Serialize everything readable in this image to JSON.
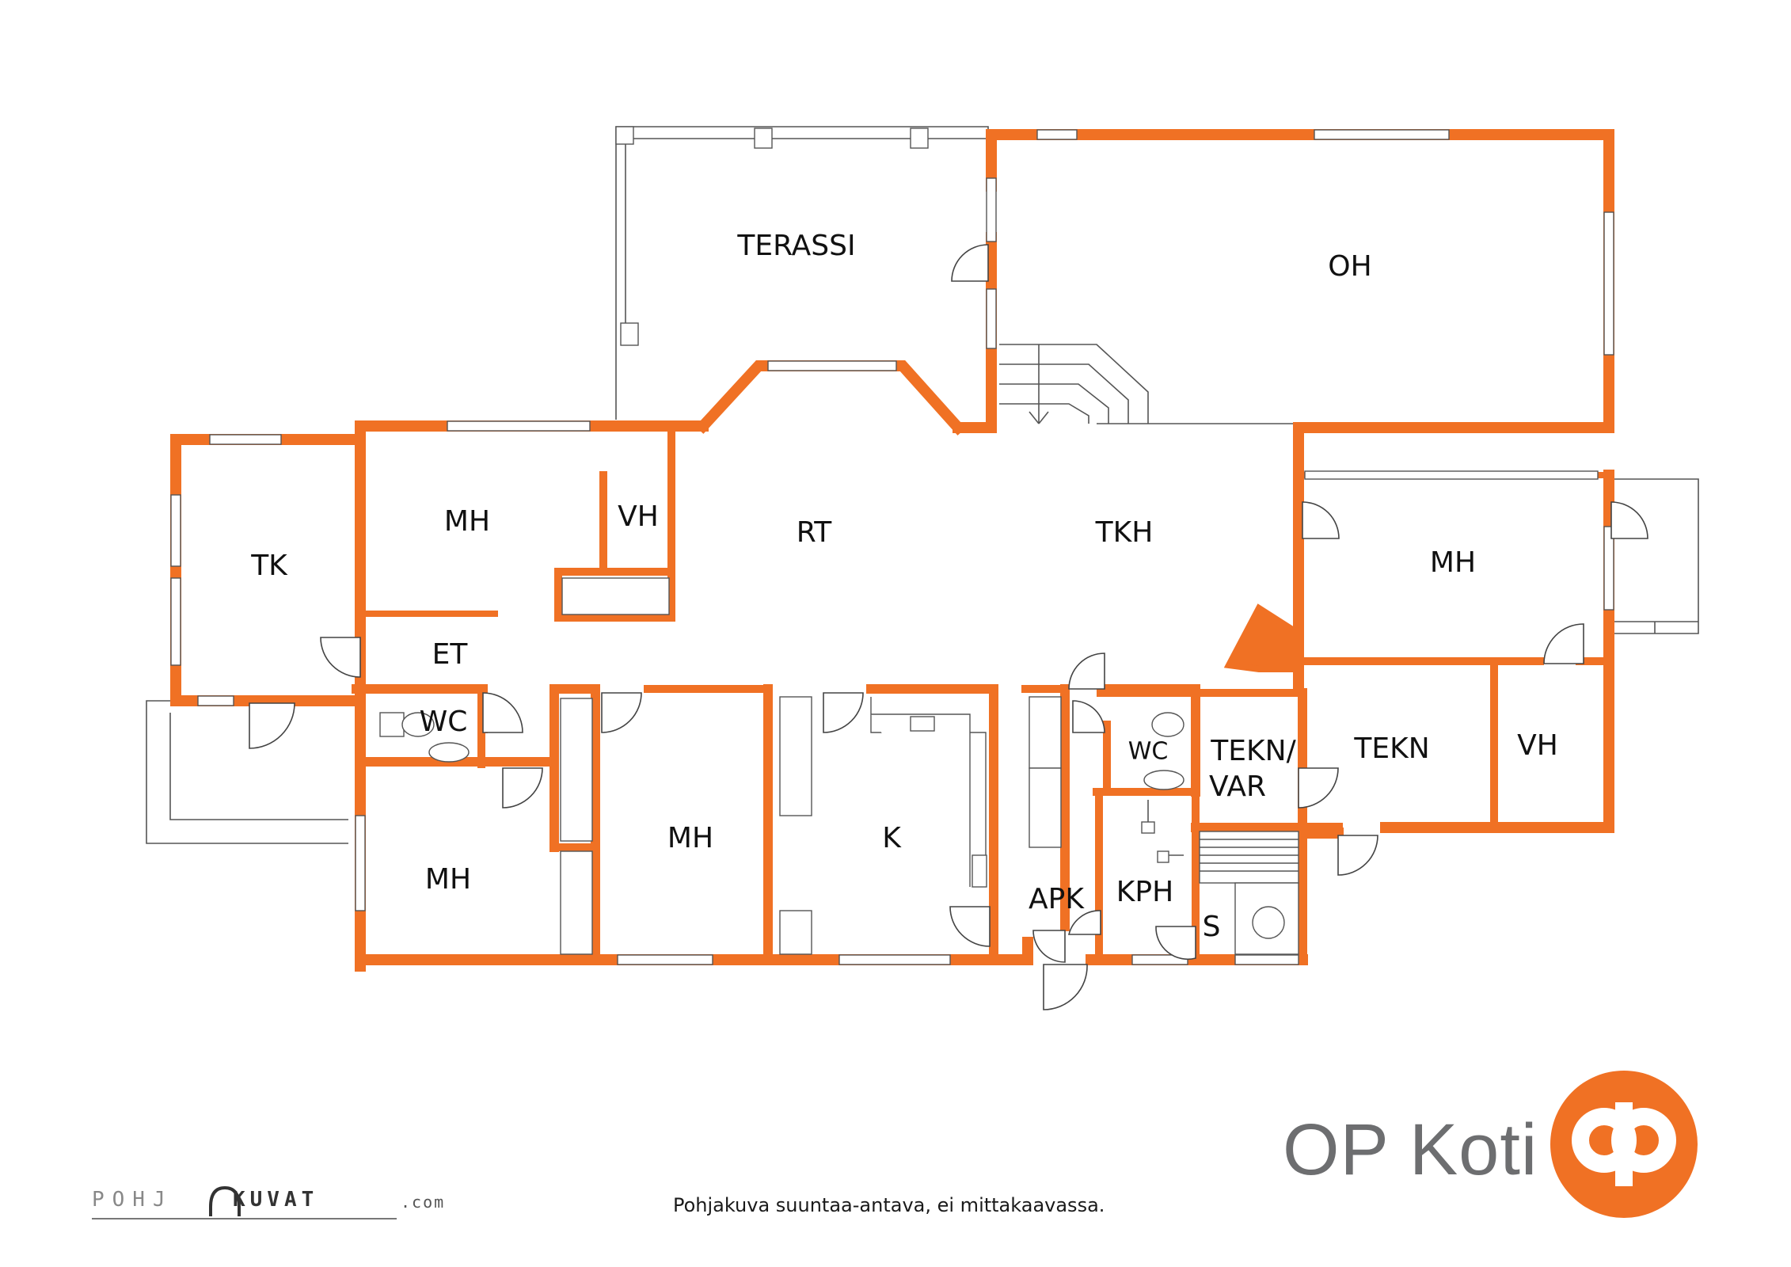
{
  "rooms": {
    "terassi": "TERASSI",
    "oh": "OH",
    "tk": "TK",
    "mh_top": "MH",
    "vh_top": "VH",
    "rt": "RT",
    "tkh": "TKH",
    "mh_right": "MH",
    "et": "ET",
    "wc_left": "WC",
    "mh_bottom_left": "MH",
    "mh_bottom_mid": "MH",
    "k": "K",
    "apk": "APK",
    "wc_mid": "WC",
    "kph": "KPH",
    "tekn_var_1": "TEKN/",
    "tekn_var_2": "VAR",
    "s": "S",
    "tekn": "TEKN",
    "vh_right": "VH"
  },
  "brand": {
    "name": "OP Koti"
  },
  "caption": "Pohjakuva suuntaa-antava, ei mittakaavassa.",
  "watermark": {
    "part1": "POHJ",
    "part2": "KUVAT",
    "part3": ".com"
  },
  "colors": {
    "wall": "#f07124",
    "text": "#111111",
    "brand_gray": "#6d6e70"
  }
}
